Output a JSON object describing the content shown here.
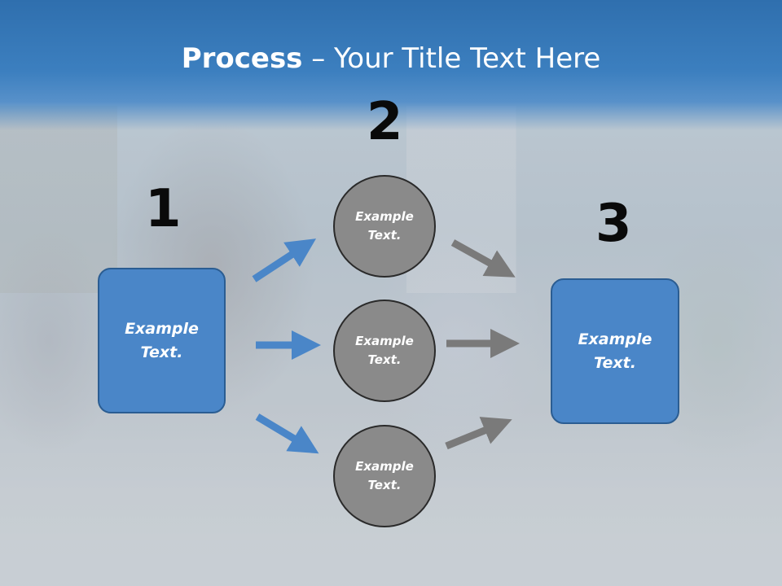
{
  "title": {
    "bold": "Process",
    "rest": " – Your Title Text Here"
  },
  "numbers": [
    "1",
    "2",
    "3"
  ],
  "left_box": {
    "line1": "Example",
    "line2": "Text."
  },
  "right_box": {
    "line1": "Example",
    "line2": "Text."
  },
  "circles": [
    {
      "line1": "Example",
      "line2": "Text."
    },
    {
      "line1": "Example",
      "line2": "Text."
    },
    {
      "line1": "Example",
      "line2": "Text."
    }
  ],
  "colors": {
    "header": "#3c7fbf",
    "box": "#4a86c8",
    "circle": "#8a8a8a",
    "blue_arrow": "#4a86c8",
    "gray_arrow": "#7a7a7a"
  }
}
